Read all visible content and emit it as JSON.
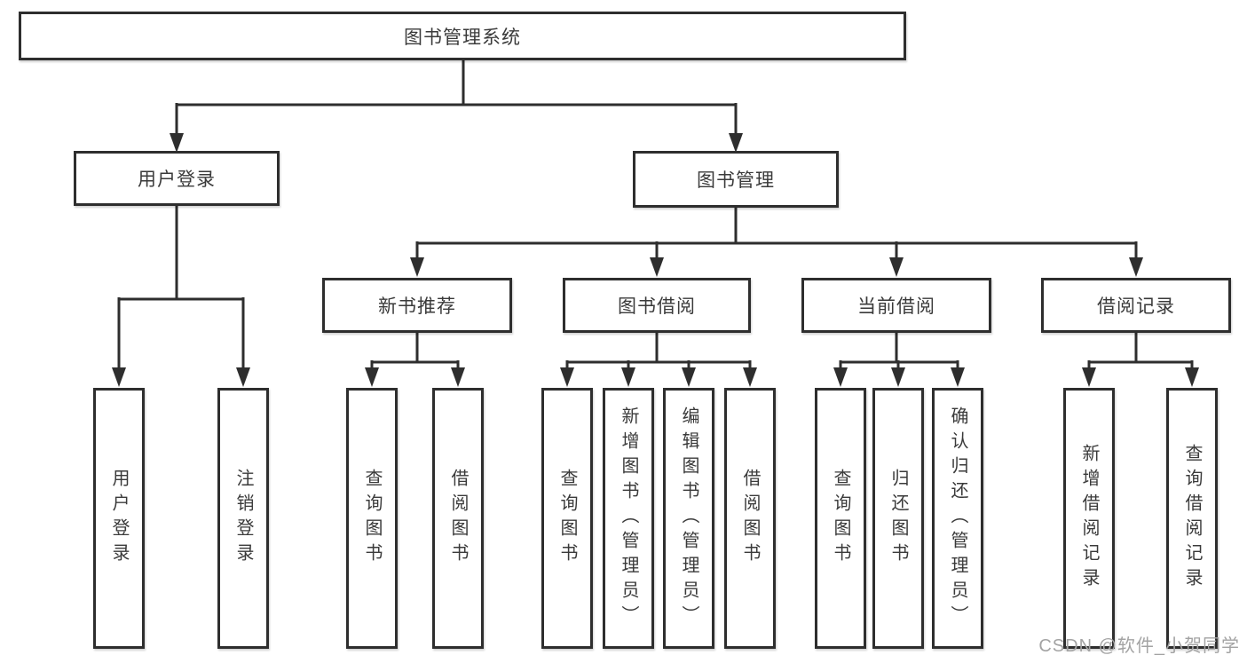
{
  "diagram": {
    "type": "hierarchy",
    "line_color": "#2e2e2e",
    "box_background": "#ffffff",
    "text_color": "#3a3a3a",
    "watermark_color": "#a3a3a3"
  },
  "tree": {
    "label": "图书管理系统",
    "children": [
      {
        "label": "用户登录",
        "children": [
          {
            "label": "用户登录"
          },
          {
            "label": "注销登录"
          }
        ]
      },
      {
        "label": "图书管理",
        "children": [
          {
            "label": "新书推荐",
            "children": [
              {
                "label": "查询图书"
              },
              {
                "label": "借阅图书"
              }
            ]
          },
          {
            "label": "图书借阅",
            "children": [
              {
                "label": "查询图书"
              },
              {
                "label": "新增图书（管理员）"
              },
              {
                "label": "编辑图书（管理员）"
              },
              {
                "label": "借阅图书"
              }
            ]
          },
          {
            "label": "当前借阅",
            "children": [
              {
                "label": "查询图书"
              },
              {
                "label": "归还图书"
              },
              {
                "label": "确认归还（管理员）"
              }
            ]
          },
          {
            "label": "借阅记录",
            "children": [
              {
                "label": "新增借阅记录"
              },
              {
                "label": "查询借阅记录"
              }
            ]
          }
        ]
      }
    ]
  },
  "watermark": "CSDN @软件_小贺同学"
}
